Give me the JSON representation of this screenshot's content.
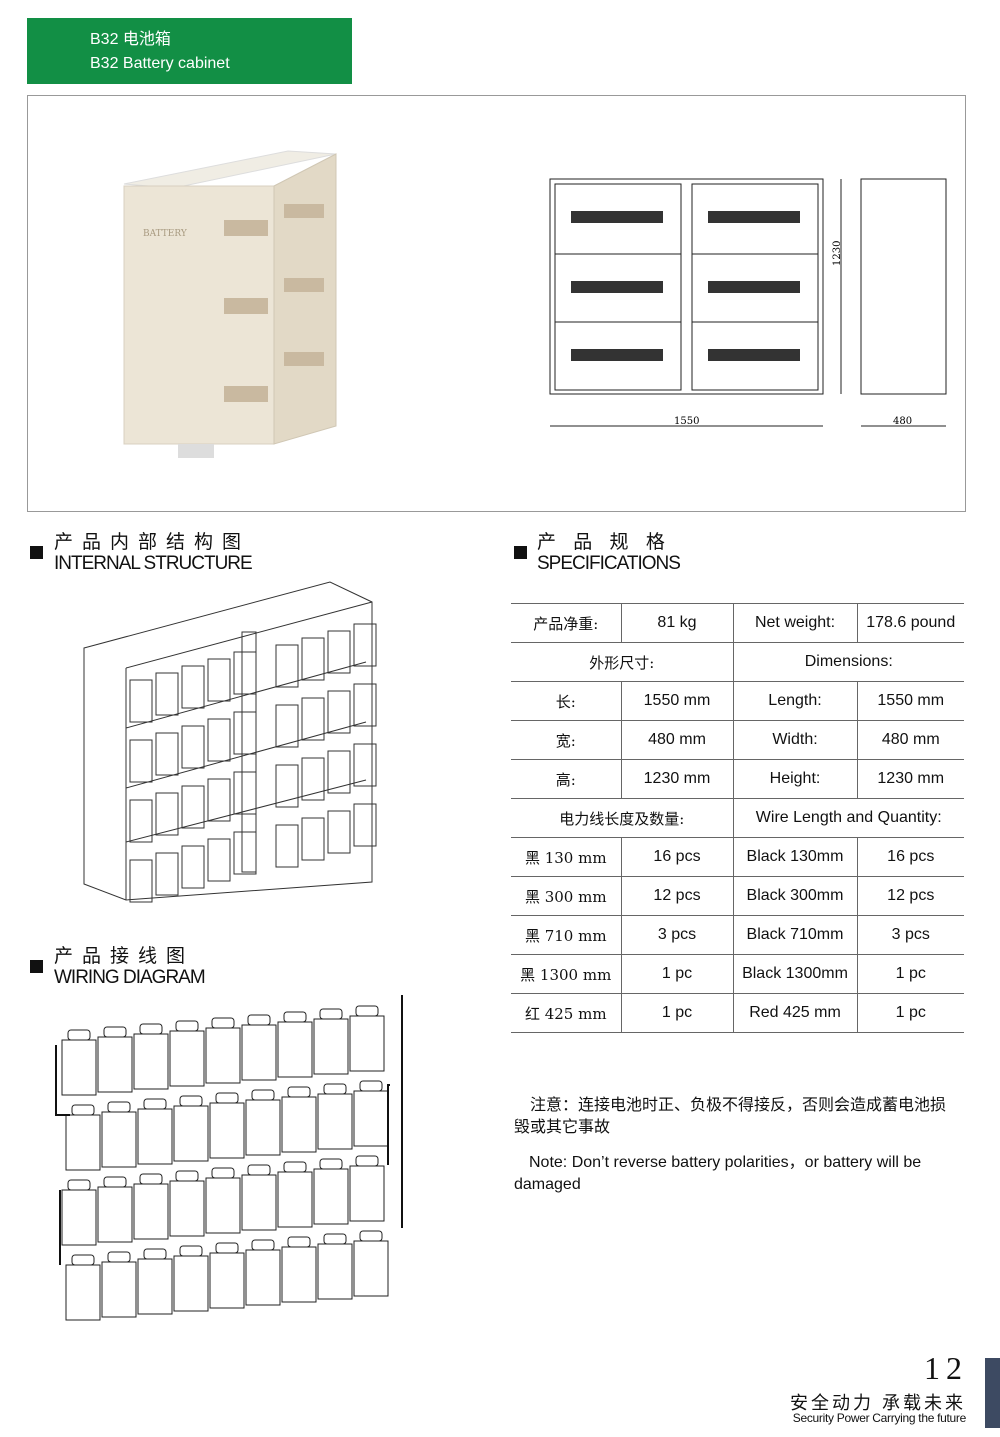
{
  "header": {
    "title_cn": "B32 电池箱",
    "title_en": "B32 Battery cabinet"
  },
  "figure": {
    "cabinet_label": "BATTERY",
    "dim_width": "1550",
    "dim_height": "1230",
    "dim_depth": "480"
  },
  "internal": {
    "title_cn": "产品内部结构图",
    "title_en": "INTERNAL STRUCTURE"
  },
  "wiring": {
    "title_cn": "产品接线图",
    "title_en": "WIRING DIAGRAM"
  },
  "specs": {
    "title_cn": "产 品 规 格",
    "title_en": "SPECIFICATIONS",
    "rows": [
      [
        "产品净重:",
        "81 kg",
        "Net weight:",
        "178.6 pound"
      ],
      [
        "外形尺寸:",
        "Dimensions:"
      ],
      [
        "长:",
        "1550 mm",
        "Length:",
        "1550 mm"
      ],
      [
        "宽:",
        "480 mm",
        "Width:",
        "480 mm"
      ],
      [
        "高:",
        "1230 mm",
        "Height:",
        "1230 mm"
      ],
      [
        "电力线长度及数量:",
        "Wire Length and Quantity:"
      ],
      [
        "黑 130 mm",
        "16 pcs",
        "Black 130mm",
        "16 pcs"
      ],
      [
        "黑 300 mm",
        "12 pcs",
        "Black 300mm",
        "12 pcs"
      ],
      [
        "黑 710 mm",
        "3 pcs",
        "Black 710mm",
        "3 pcs"
      ],
      [
        "黑 1300 mm",
        "1 pc",
        "Black 1300mm",
        "1 pc"
      ],
      [
        "红 425 mm",
        "1 pc",
        "Red 425 mm",
        "1 pc"
      ]
    ]
  },
  "notes": {
    "cn": "注意：连接电池时正、负极不得接反，否则会造成蓄电池损毁或其它事故",
    "en": "Note: Don’t reverse battery polarities，or battery will be damaged"
  },
  "footer": {
    "page": "12",
    "slogan_cn": "安全动力 承载未来",
    "slogan_en": "Security Power Carrying the future"
  }
}
